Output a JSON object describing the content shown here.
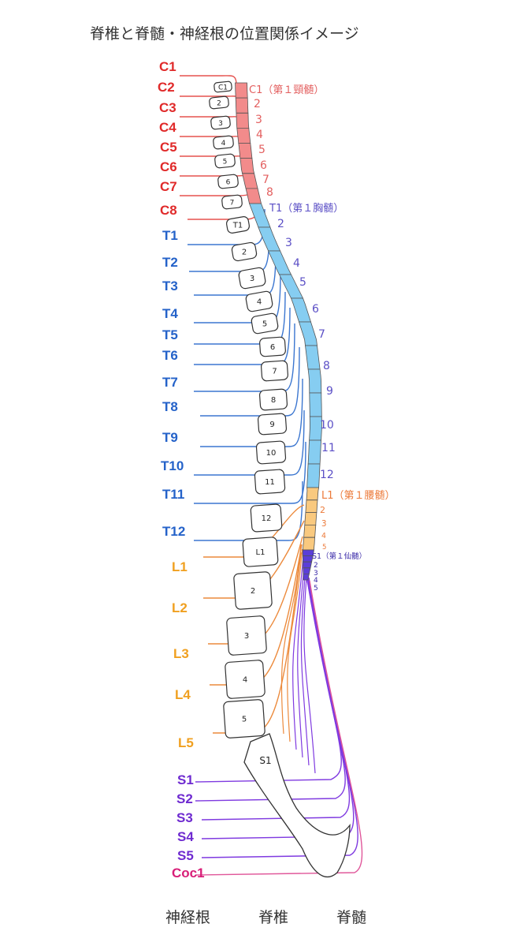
{
  "title": "脊椎と脊髄・神経根の位置関係イメージ",
  "footer": {
    "root": "神経根",
    "vertebra": "脊椎",
    "cord": "脊髄"
  },
  "colors": {
    "cervical_text": "#e02a2a",
    "cervical_line": "#e5524f",
    "cervical_cord": "#f28b8b",
    "cervical_num": "#e35f5f",
    "thoracic_text": "#2462c9",
    "thoracic_line": "#3b76d0",
    "thoracic_cord": "#86cdf1",
    "thoracic_num": "#5b4fc6",
    "lumbar_text": "#f0a020",
    "lumbar_line": "#ec8a3c",
    "lumbar_cord": "#f9c97f",
    "lumbar_num": "#ec7a3a",
    "sacral_text": "#6e2ad0",
    "sacral_line": "#7f3ae0",
    "sacral_cord": "#5b3ed8",
    "sacral_num": "#3a2aa8",
    "coccygeal_text": "#d81e78",
    "coccygeal_line": "#e0579a"
  },
  "nerve_roots": [
    {
      "label": "C1",
      "group": "cervical"
    },
    {
      "label": "C2",
      "group": "cervical"
    },
    {
      "label": "C3",
      "group": "cervical"
    },
    {
      "label": "C4",
      "group": "cervical"
    },
    {
      "label": "C5",
      "group": "cervical"
    },
    {
      "label": "C6",
      "group": "cervical"
    },
    {
      "label": "C7",
      "group": "cervical"
    },
    {
      "label": "C8",
      "group": "cervical"
    },
    {
      "label": "T1",
      "group": "thoracic"
    },
    {
      "label": "T2",
      "group": "thoracic"
    },
    {
      "label": "T3",
      "group": "thoracic"
    },
    {
      "label": "T4",
      "group": "thoracic"
    },
    {
      "label": "T5",
      "group": "thoracic"
    },
    {
      "label": "T6",
      "group": "thoracic"
    },
    {
      "label": "T7",
      "group": "thoracic"
    },
    {
      "label": "T8",
      "group": "thoracic"
    },
    {
      "label": "T9",
      "group": "thoracic"
    },
    {
      "label": "T10",
      "group": "thoracic"
    },
    {
      "label": "T11",
      "group": "thoracic"
    },
    {
      "label": "T12",
      "group": "thoracic"
    },
    {
      "label": "L1",
      "group": "lumbar"
    },
    {
      "label": "L2",
      "group": "lumbar"
    },
    {
      "label": "L3",
      "group": "lumbar"
    },
    {
      "label": "L4",
      "group": "lumbar"
    },
    {
      "label": "L5",
      "group": "lumbar"
    },
    {
      "label": "S1",
      "group": "sacral"
    },
    {
      "label": "S2",
      "group": "sacral"
    },
    {
      "label": "S3",
      "group": "sacral"
    },
    {
      "label": "S4",
      "group": "sacral"
    },
    {
      "label": "S5",
      "group": "sacral"
    },
    {
      "label": "Coc1",
      "group": "coccygeal"
    }
  ],
  "vertebrae": [
    "C1",
    "2",
    "3",
    "4",
    "5",
    "6",
    "7",
    "T1",
    "2",
    "3",
    "4",
    "5",
    "6",
    "7",
    "8",
    "9",
    "10",
    "11",
    "12",
    "L1",
    "2",
    "3",
    "4",
    "5"
  ],
  "sacrum_label": "S1",
  "cord_segments": [
    {
      "label": "C1（第１頸髄）",
      "group": "cervical"
    },
    {
      "label": "2",
      "group": "cervical"
    },
    {
      "label": "3",
      "group": "cervical"
    },
    {
      "label": "4",
      "group": "cervical"
    },
    {
      "label": "5",
      "group": "cervical"
    },
    {
      "label": "6",
      "group": "cervical"
    },
    {
      "label": "7",
      "group": "cervical"
    },
    {
      "label": "8",
      "group": "cervical"
    },
    {
      "label": "T1（第１胸髄）",
      "group": "thoracic"
    },
    {
      "label": "2",
      "group": "thoracic"
    },
    {
      "label": "3",
      "group": "thoracic"
    },
    {
      "label": "4",
      "group": "thoracic"
    },
    {
      "label": "5",
      "group": "thoracic"
    },
    {
      "label": "6",
      "group": "thoracic"
    },
    {
      "label": "7",
      "group": "thoracic"
    },
    {
      "label": "8",
      "group": "thoracic"
    },
    {
      "label": "9",
      "group": "thoracic"
    },
    {
      "label": "10",
      "group": "thoracic"
    },
    {
      "label": "11",
      "group": "thoracic"
    },
    {
      "label": "12",
      "group": "thoracic"
    },
    {
      "label": "L1（第１腰髄）",
      "group": "lumbar"
    },
    {
      "label": "2",
      "group": "lumbar"
    },
    {
      "label": "3",
      "group": "lumbar"
    },
    {
      "label": "4",
      "group": "lumbar"
    },
    {
      "label": "5",
      "group": "lumbar"
    },
    {
      "label": "S1（第１仙髄）",
      "group": "sacral"
    },
    {
      "label": "2",
      "group": "sacral"
    },
    {
      "label": "3",
      "group": "sacral"
    },
    {
      "label": "4",
      "group": "sacral"
    },
    {
      "label": "5",
      "group": "sacral"
    }
  ]
}
